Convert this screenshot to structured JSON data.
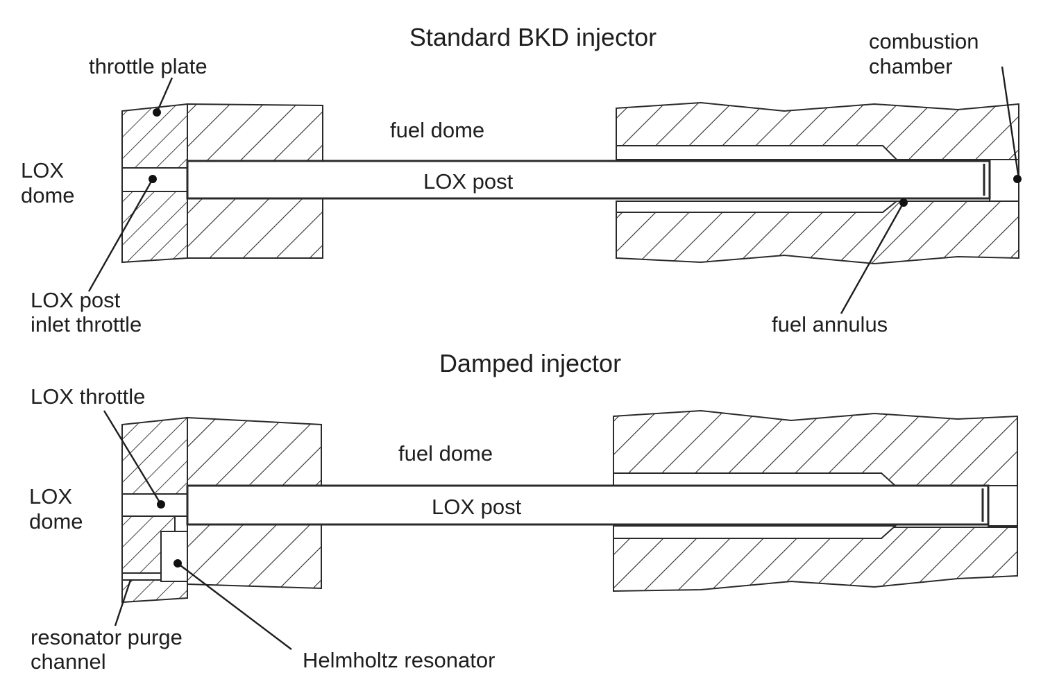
{
  "diagrams": {
    "standard": {
      "title": "Standard BKD injector",
      "labels": {
        "throttle_plate": "throttle plate",
        "lox_dome_line1": "LOX",
        "lox_dome_line2": "dome",
        "fuel_dome": "fuel dome",
        "lox_post": "LOX post",
        "combustion_chamber_line1": "combustion",
        "combustion_chamber_line2": "chamber",
        "lox_post_inlet_throttle_line1": "LOX post",
        "lox_post_inlet_throttle_line2": "inlet throttle",
        "fuel_annulus": "fuel annulus"
      }
    },
    "damped": {
      "title": "Damped injector",
      "labels": {
        "lox_throttle": "LOX throttle",
        "lox_dome_line1": "LOX",
        "lox_dome_line2": "dome",
        "fuel_dome": "fuel dome",
        "lox_post": "LOX post",
        "resonator_purge_channel_line1": "resonator purge",
        "resonator_purge_channel_line2": "channel",
        "helmholtz_resonator": "Helmholtz resonator"
      }
    }
  },
  "colors": {
    "line": "#2a2a2a",
    "text": "#1e1e1e",
    "background": "#ffffff"
  }
}
